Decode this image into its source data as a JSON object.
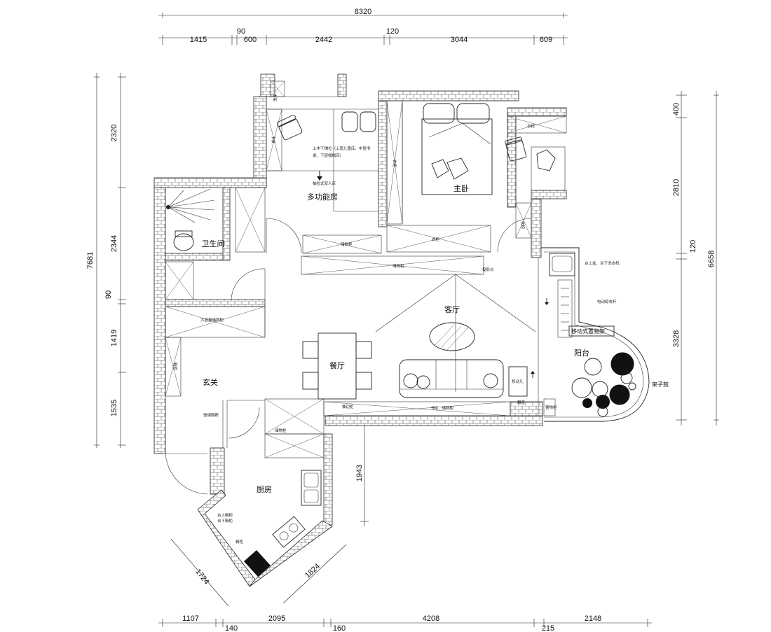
{
  "dimensions": {
    "top_total": "8320",
    "top_segments": [
      "1415",
      "90",
      "600",
      "2442",
      "120",
      "3044",
      "609"
    ],
    "left_segments": [
      "2320",
      "2344",
      "90",
      "1419",
      "1535"
    ],
    "left_total": "7681",
    "right_segments": [
      "400",
      "2810",
      "120",
      "3328"
    ],
    "right_total": "6658",
    "bottom_segments": [
      "1107",
      "2095",
      "4208",
      "2148"
    ],
    "bottom_small": [
      "140",
      "160",
      "215"
    ],
    "kitchen_inner": "1943",
    "kitchen_diag_left": "1724",
    "kitchen_diag_right": "1824"
  },
  "rooms": {
    "multi_function": "多功能房",
    "master_bedroom": "主卧",
    "bathroom": "卫生间",
    "living_room": "客厅",
    "dining_room": "餐厅",
    "entrance": "玄关",
    "kitchen": "厨房",
    "balcony": "阳台"
  },
  "labels": {
    "bunk_note_1": "上中下铺位（上层儿童床、中层书",
    "bunk_note_2": "桌、下层榻榻床）",
    "pull_bed": "抽拉式双人床",
    "storage_cabinet_1": "储物柜",
    "storage_cabinet_2": "储物柜",
    "wardrobe": "衣柜",
    "projector": "投影仪",
    "big_storage": "大容量储物柜",
    "shoe_cabinet": "鞋柜",
    "glass_door": "玻璃隔断",
    "fridge_cabinet": "储物柜",
    "tv_cabinet_1": "餐边柜",
    "tv_cabinet_2": "书柜、储物柜",
    "mobile_shelf": "移动式置物架",
    "washer": "台上盆、台下洗衣机",
    "dryer_rack": "电动晾衣杆",
    "drum_kit": "架子鼓",
    "balcony_cab": "置物柜",
    "mobile_table": "移动几",
    "kitchen_cab_1": "台上橱柜",
    "kitchen_cab_2": "台下橱柜",
    "kitchen_cab_3": "橱柜",
    "bay": "飘窗",
    "desk": "书桌",
    "wardrobe_side": "衣柜",
    "shelf_top": "书架",
    "closet_small": "衣柜",
    "closet_right": "衣柜"
  }
}
